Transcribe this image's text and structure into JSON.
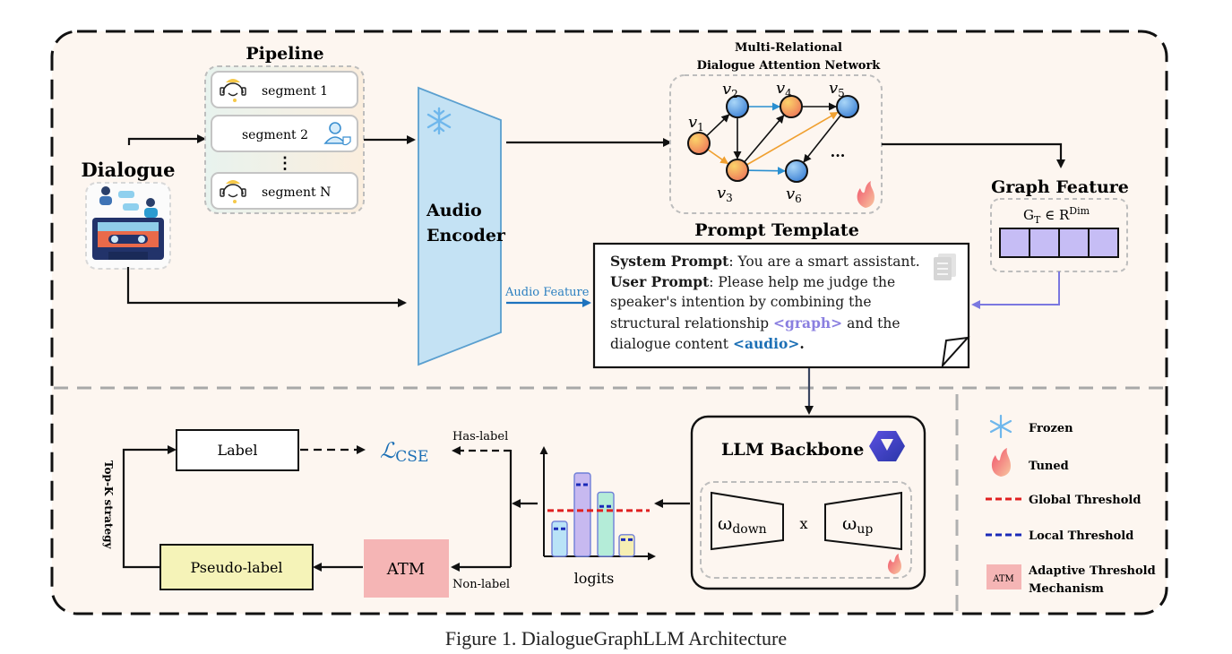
{
  "figure": {
    "caption": "Figure 1. DialogueGraphLLM Architecture"
  },
  "colors": {
    "background": "#fdf6f0",
    "encoder_fill": "#c4e2f4",
    "encoder_stroke": "#5a9fcf",
    "node_orange": "#f7a94a",
    "node_blue": "#5b9be0",
    "edge_blue": "#2a8fd0",
    "edge_orange": "#f0a030",
    "graph_feature_cell": "#c6bdf5",
    "atm_fill": "#f5b5b5",
    "pseudo_label_fill": "#f5f3b8",
    "lcse_color": "#1b6fb5",
    "global_threshold": "#e02020",
    "local_threshold": "#1a2ab8",
    "graph_arrow": "#7b78e0"
  },
  "dialogue": {
    "title": "Dialogue",
    "icon": "cassette-conversation-icon"
  },
  "pipeline": {
    "title": "Pipeline",
    "segments": [
      {
        "label": "segment 1",
        "icon": "headset-agent-icon"
      },
      {
        "label": "segment 2",
        "icon": "user-shield-icon"
      },
      {
        "label": "segment N",
        "icon": "headset-agent-icon"
      }
    ],
    "ellipsis": "⋮"
  },
  "audio_encoder": {
    "title_line1": "Audio",
    "title_line2": "Encoder",
    "state_icon": "snowflake-icon",
    "output_label": "Audio Feature"
  },
  "graph_network": {
    "title_line1": "Multi-Relational",
    "title_line2": "Dialogue Attention Network",
    "nodes": [
      {
        "id": "v1",
        "label": "v",
        "sub": "1",
        "color": "orange"
      },
      {
        "id": "v2",
        "label": "v",
        "sub": "2",
        "color": "blue"
      },
      {
        "id": "v3",
        "label": "v",
        "sub": "3",
        "color": "orange"
      },
      {
        "id": "v4",
        "label": "v",
        "sub": "4",
        "color": "orange"
      },
      {
        "id": "v5",
        "label": "v",
        "sub": "5",
        "color": "blue"
      },
      {
        "id": "v6",
        "label": "v",
        "sub": "6",
        "color": "blue"
      }
    ],
    "edges": [
      {
        "from": "v1",
        "to": "v2",
        "color": "black"
      },
      {
        "from": "v1",
        "to": "v3",
        "color": "orange"
      },
      {
        "from": "v2",
        "to": "v4",
        "color": "blue"
      },
      {
        "from": "v2",
        "to": "v3",
        "color": "black"
      },
      {
        "from": "v3",
        "to": "v4",
        "color": "black"
      },
      {
        "from": "v3",
        "to": "v5",
        "color": "orange"
      },
      {
        "from": "v3",
        "to": "v6",
        "color": "blue"
      },
      {
        "from": "v4",
        "to": "v5",
        "color": "black"
      },
      {
        "from": "v5",
        "to": "v6",
        "color": "black"
      }
    ],
    "more": "...",
    "state_icon": "flame-icon"
  },
  "graph_feature": {
    "title": "Graph Feature",
    "formula_main": "G",
    "formula_sub": "T",
    "formula_rel": " ∈ R",
    "formula_sup": "Dim",
    "cells": 4
  },
  "prompt_template": {
    "title": "Prompt Template",
    "system_label": "System Prompt",
    "system_text": ": You are a smart assistant.",
    "user_label": "User Prompt",
    "user_text_1": ": Please help me judge the",
    "user_text_2": "speaker's intention by combining the",
    "user_text_3a": "structural relationship ",
    "graph_token": "<graph>",
    "user_text_3b": " and the",
    "user_text_4a": "dialogue content ",
    "audio_token": "<audio>",
    "user_text_4b": ".",
    "doc_icon": "document-copy-icon"
  },
  "llm_backbone": {
    "title": "LLM Backbone",
    "logo_icon": "qwen-logo-icon",
    "w_down": "ω",
    "w_down_sub": "down",
    "times": "x",
    "w_up": "ω",
    "w_up_sub": "up",
    "state_icon": "flame-icon"
  },
  "logits": {
    "label": "logits",
    "bars": [
      {
        "value": 0.42,
        "local_threshold": 0.33,
        "color": "#b9e3f7"
      },
      {
        "value": 1.0,
        "local_threshold": 0.86,
        "color": "#c7b9f0"
      },
      {
        "value": 0.77,
        "local_threshold": 0.6,
        "color": "#b4ecd8"
      },
      {
        "value": 0.26,
        "local_threshold": 0.2,
        "color": "#f6efb3"
      }
    ],
    "global_threshold": 0.55
  },
  "routing": {
    "has_label": "Has-label",
    "non_label": "Non-label"
  },
  "loss": {
    "symbol": "ℒ",
    "sub": "CSE"
  },
  "label_box": {
    "text": "Label"
  },
  "pseudo_label_box": {
    "text": "Pseudo-label"
  },
  "atm_box": {
    "text": "ATM"
  },
  "topk": {
    "text": "Top-K strategy"
  },
  "legend": {
    "items": [
      {
        "icon": "snowflake-icon",
        "text": "Frozen"
      },
      {
        "icon": "flame-icon",
        "text": "Tuned"
      },
      {
        "icon": "red-dashed-line",
        "text": "Global Threshold"
      },
      {
        "icon": "blue-dashed-line",
        "text": "Local Threshold"
      },
      {
        "icon": "atm-box",
        "icon_text": "ATM",
        "text_line1": "Adaptive Threshold",
        "text_line2": "Mechanism"
      }
    ]
  }
}
